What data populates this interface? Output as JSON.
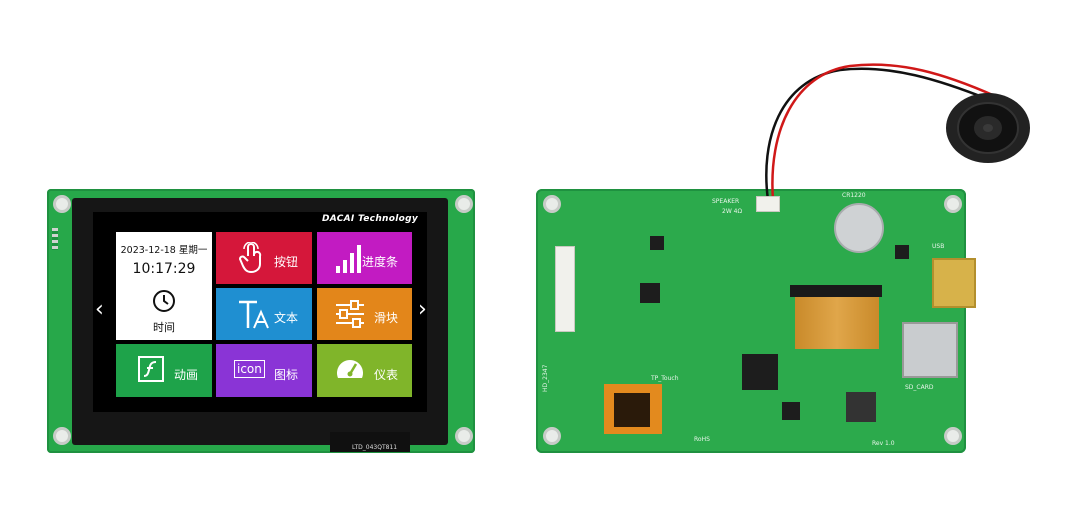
{
  "display": {
    "brand": "DACAI  Technology",
    "date": "2023-12-18 星期一",
    "time": "10:17:29",
    "clock_label": "时间",
    "tiles": [
      {
        "label": "按钮",
        "color": "#d5173a",
        "icon": "touch-icon"
      },
      {
        "label": "进度条",
        "color": "#c21bc2",
        "icon": "bars-icon"
      },
      {
        "label": "文本",
        "color": "#1f8fd1",
        "icon": "text-icon"
      },
      {
        "label": "滑块",
        "color": "#e3861a",
        "icon": "slider-icon"
      },
      {
        "label": "动画",
        "color": "#1ea34a",
        "icon": "flash-icon"
      },
      {
        "label": "图标",
        "color": "#8a34d6",
        "icon": "icon-icon"
      },
      {
        "label": "仪表",
        "color": "#80b52a",
        "icon": "gauge-icon"
      }
    ],
    "icon_text": "icon",
    "nav_prev": "‹",
    "nav_next": "›",
    "fpc_label": "LTD_043QT811"
  },
  "board": {
    "speaker": "SPEAKER",
    "speaker_rating": "2W 4Ω",
    "battery": "CR1220",
    "usb": "USB",
    "sd": "SD_CARD",
    "tp": "TP_Touch",
    "rohs": "RoHS",
    "rev": "Rev 1.0",
    "hd": "HD_2347"
  }
}
